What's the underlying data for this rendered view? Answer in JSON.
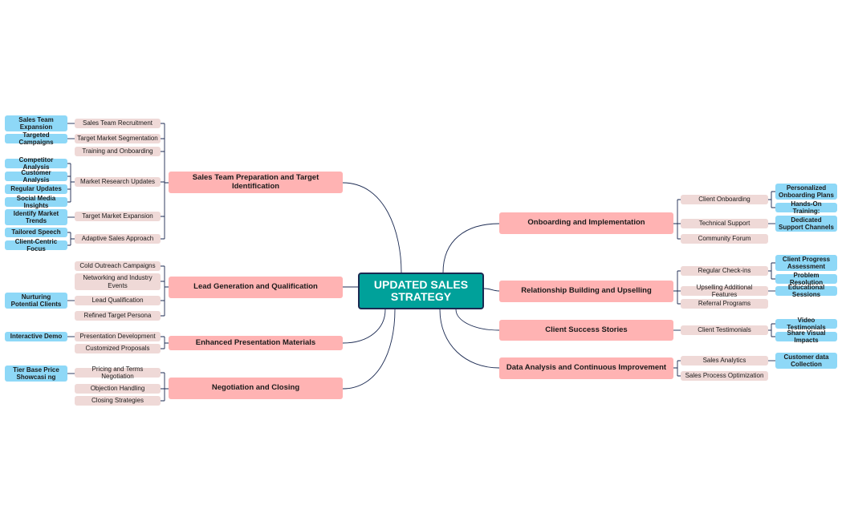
{
  "root": {
    "label": "UPDATED SALES STRATEGY"
  },
  "branches": [
    {
      "label": "Sales Team Preparation and Target Identification"
    },
    {
      "label": "Lead Generation and Qualification"
    },
    {
      "label": "Enhanced Presentation Materials"
    },
    {
      "label": "Negotiation and Closing"
    },
    {
      "label": "Onboarding and Implementation"
    },
    {
      "label": "Relationship Building and Upselling"
    },
    {
      "label": "Client Success Stories"
    },
    {
      "label": "Data Analysis and Continuous Improvement"
    }
  ],
  "subtopics": [
    {
      "label": "Sales Team Recruitment"
    },
    {
      "label": "Target Market Segmentation"
    },
    {
      "label": "Training and Onboarding"
    },
    {
      "label": "Market Research Updates"
    },
    {
      "label": "Target Market Expansion"
    },
    {
      "label": "Adaptive Sales Approach"
    },
    {
      "label": "Cold Outreach Campaigns"
    },
    {
      "label": "Networking and Industry Events"
    },
    {
      "label": "Lead Qualification"
    },
    {
      "label": "Refined Target Persona"
    },
    {
      "label": "Presentation Development"
    },
    {
      "label": "Customized Proposals"
    },
    {
      "label": "Pricing and Terms Negotiation"
    },
    {
      "label": "Objection Handling"
    },
    {
      "label": "Closing Strategies"
    },
    {
      "label": "Client Onboarding"
    },
    {
      "label": "Technical Support"
    },
    {
      "label": "Community Forum"
    },
    {
      "label": "Regular Check-ins"
    },
    {
      "label": "Upselling Additional Features"
    },
    {
      "label": "Referral Programs"
    },
    {
      "label": "Client Testimonials"
    },
    {
      "label": "Sales Analytics"
    },
    {
      "label": "Sales Process Optimization"
    }
  ],
  "leaves": [
    {
      "label": "Sales Team Expansion"
    },
    {
      "label": "Targeted Campaigns"
    },
    {
      "label": "Competitor Analysis"
    },
    {
      "label": "Customer Analysis"
    },
    {
      "label": "Regular Updates"
    },
    {
      "label": "Social Media Insights"
    },
    {
      "label": "Identify Market Trends"
    },
    {
      "label": "Tailored Speech"
    },
    {
      "label": "Client-Centric Focus"
    },
    {
      "label": "Nurturing Potential Clients"
    },
    {
      "label": "Interactive Demo"
    },
    {
      "label": "Tier Base Price Showcasi ng"
    },
    {
      "label": "Personalized Onboarding Plans"
    },
    {
      "label": "Hands-On Training:"
    },
    {
      "label": "Dedicated Support Channels"
    },
    {
      "label": "Client Progress Assessment"
    },
    {
      "label": "Problem Resolution"
    },
    {
      "label": "Educational Sessions"
    },
    {
      "label": "Video Testimonials"
    },
    {
      "label": "Share Visual Impacts"
    },
    {
      "label": "Customer data Collection"
    }
  ],
  "colors": {
    "root_fill": "#00a19a",
    "root_border": "#1b2a52",
    "branch_fill": "#ffb3b3",
    "subtopic_fill": "#efd9d7",
    "leaf_fill": "#8ed8f7",
    "connector": "#1b2a52"
  }
}
